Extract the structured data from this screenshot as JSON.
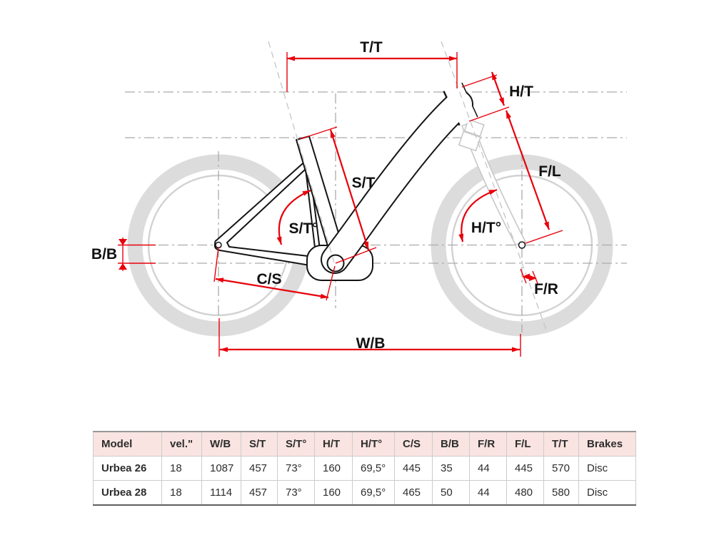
{
  "diagram": {
    "labels": [
      {
        "id": "tt",
        "text": "T/T"
      },
      {
        "id": "ht",
        "text": "H/T"
      },
      {
        "id": "fl",
        "text": "F/L"
      },
      {
        "id": "st",
        "text": "S/T"
      },
      {
        "id": "st-angle",
        "text": "S/T°"
      },
      {
        "id": "ht-angle",
        "text": "H/T°"
      },
      {
        "id": "bb",
        "text": "B/B"
      },
      {
        "id": "cs",
        "text": "C/S"
      },
      {
        "id": "fr",
        "text": "F/R"
      },
      {
        "id": "wb",
        "text": "W/B"
      }
    ],
    "colors": {
      "dimension": "#e8000b",
      "frame": "#141414",
      "wheel": "#dcdcdc",
      "reference": "#ababab"
    }
  },
  "table": {
    "header_bg": "#f9e4e1",
    "headers": [
      "Model",
      "vel.\"",
      "W/B",
      "S/T",
      "S/T°",
      "H/T",
      "H/T°",
      "C/S",
      "B/B",
      "F/R",
      "F/L",
      "T/T",
      "Brakes"
    ],
    "rows": [
      {
        "cells": [
          "Urbea 26",
          "18",
          "1087",
          "457",
          "73°",
          "160",
          "69,5°",
          "445",
          "35",
          "44",
          "445",
          "570",
          "Disc"
        ]
      },
      {
        "cells": [
          "Urbea 28",
          "18",
          "1114",
          "457",
          "73°",
          "160",
          "69,5°",
          "465",
          "50",
          "44",
          "480",
          "580",
          "Disc"
        ]
      }
    ]
  }
}
